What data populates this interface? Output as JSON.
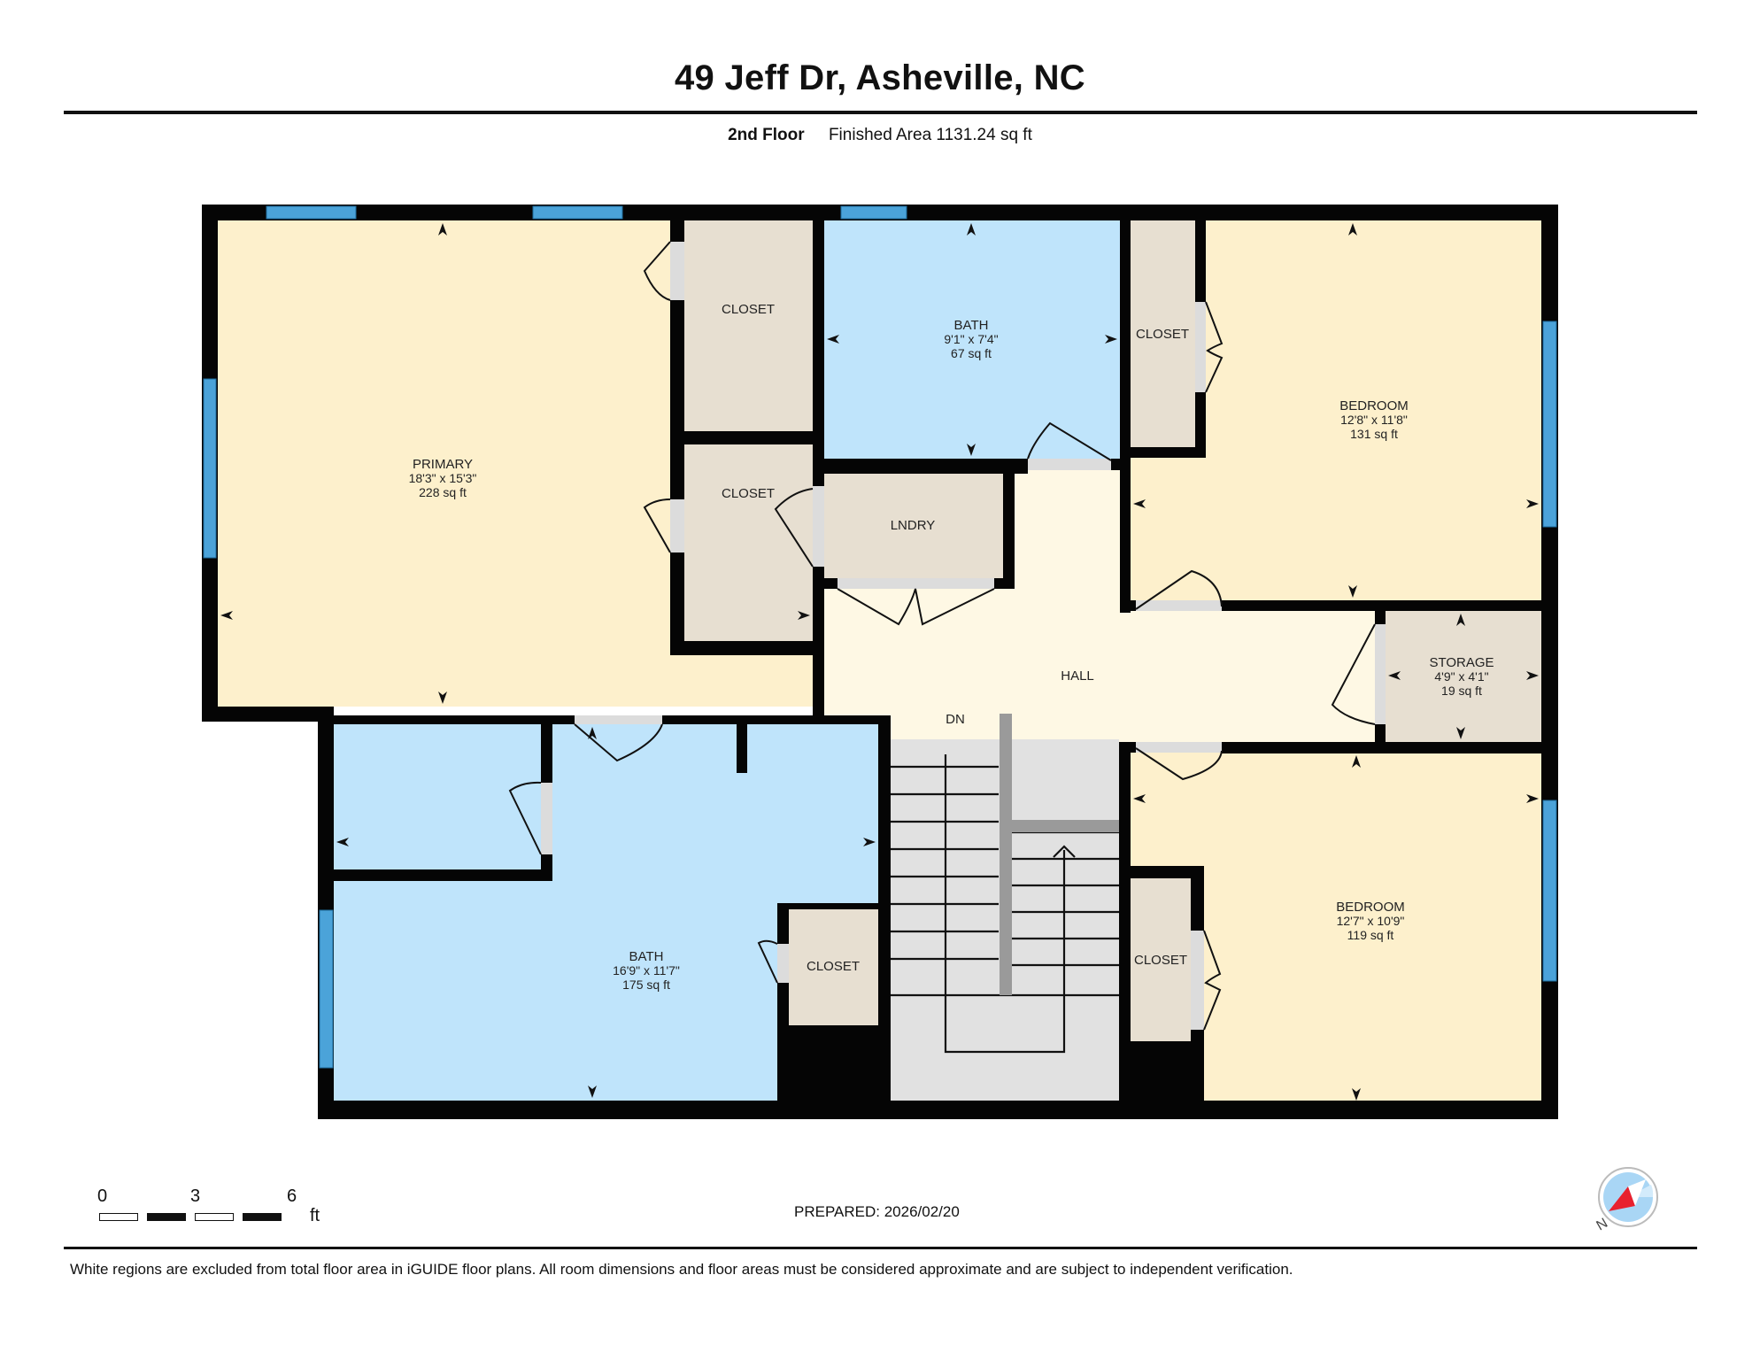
{
  "header": {
    "title": "49 Jeff Dr, Asheville, NC",
    "floor": "2nd Floor",
    "finished_area": "Finished Area 1131.24 sq ft"
  },
  "rooms": {
    "primary": {
      "name": "PRIMARY",
      "dims": "18'3\" x 15'3\"",
      "area": "228 sq ft",
      "color": "#fdf0cc"
    },
    "closet_primary_1": {
      "name": "CLOSET",
      "color": "#e7dfd1"
    },
    "closet_primary_2": {
      "name": "CLOSET",
      "color": "#e7dfd1"
    },
    "bath_upper": {
      "name": "BATH",
      "dims": "9'1\" x 7'4\"",
      "area": "67 sq ft",
      "color": "#bfe4fb"
    },
    "closet_bedroom_1": {
      "name": "CLOSET",
      "color": "#e7dfd1"
    },
    "bedroom_1": {
      "name": "BEDROOM",
      "dims": "12'8\" x 11'8\"",
      "area": "131 sq ft",
      "color": "#fdf0cc"
    },
    "laundry": {
      "name": "LNDRY",
      "color": "#e7dfd1"
    },
    "hall": {
      "name": "HALL",
      "color": "#fef8e4"
    },
    "storage": {
      "name": "STORAGE",
      "dims": "4'9\" x 4'1\"",
      "area": "19 sq ft",
      "color": "#e7dfd1"
    },
    "stairs": {
      "label": "DN",
      "color": "#e1e1e1"
    },
    "bath_lower": {
      "name": "BATH",
      "dims": "16'9\" x 11'7\"",
      "area": "175 sq ft",
      "color": "#bfe4fb"
    },
    "closet_bath": {
      "name": "CLOSET",
      "color": "#e7dfd1"
    },
    "closet_bedroom_2": {
      "name": "CLOSET",
      "color": "#e7dfd1"
    },
    "bedroom_2": {
      "name": "BEDROOM",
      "dims": "12'7\" x 10'9\"",
      "area": "119 sq ft",
      "color": "#fdf0cc"
    }
  },
  "colors": {
    "wall": "#050505",
    "window": "#4ba3d9",
    "door_opening": "#dcdcdc"
  },
  "scale_bar": {
    "ticks": [
      "0",
      "3",
      "6"
    ],
    "unit": "ft"
  },
  "prepared": "PREPARED: 2026/02/20",
  "compass": {
    "label": "N"
  },
  "footer": "White regions are excluded from total floor area in iGUIDE floor plans. All room dimensions and floor areas must be considered approximate and are subject to independent verification."
}
